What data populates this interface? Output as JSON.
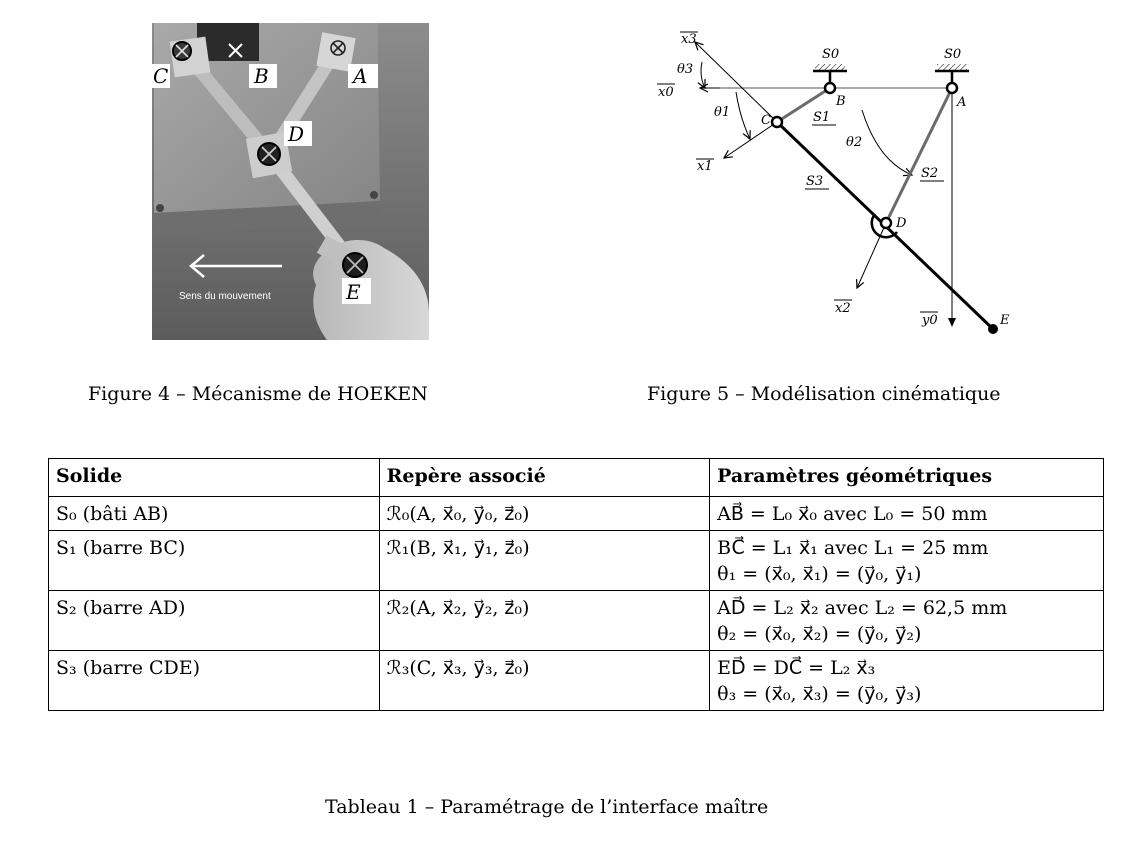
{
  "figure4": {
    "caption": "Figure 4 – Mécanisme de HOEKEN",
    "labels": {
      "C": "C",
      "B": "B",
      "A": "A",
      "D": "D",
      "E": "E"
    },
    "arrow_text": "Sens du mouvement"
  },
  "figure5": {
    "caption": "Figure 5 – Modélisation cinématique",
    "labels": {
      "x3": "x3",
      "theta3": "θ3",
      "x0": "x0",
      "theta1": "θ1",
      "x1": "x1",
      "S0_left": "S0",
      "S0_right": "S0",
      "B": "B",
      "A": "A",
      "C": "C",
      "S1": "S1",
      "theta2": "θ2",
      "S2": "S2",
      "S3": "S3",
      "D": "D",
      "x2": "x2",
      "y0": "y0",
      "E": "E"
    }
  },
  "table": {
    "caption": "Tableau 1 – Paramétrage de l’interface maître",
    "headers": [
      "Solide",
      "Repère associé",
      "Paramètres géométriques"
    ],
    "rows": [
      {
        "solide": "S₀ (bâti AB)",
        "repere": "ℛ₀(A, x⃗₀, y⃗₀, z⃗₀)",
        "params": [
          "AB⃗ = L₀ x⃗₀ avec L₀ = 50 mm"
        ]
      },
      {
        "solide": "S₁ (barre BC)",
        "repere": "ℛ₁(B, x⃗₁, y⃗₁, z⃗₀)",
        "params": [
          "BC⃗ = L₁ x⃗₁ avec L₁ = 25 mm",
          "θ₁ = (x⃗₀, x⃗₁) = (y⃗₀, y⃗₁)"
        ]
      },
      {
        "solide": "S₂ (barre AD)",
        "repere": "ℛ₂(A, x⃗₂, y⃗₂, z⃗₀)",
        "params": [
          "AD⃗ = L₂ x⃗₂ avec L₂ = 62,5 mm",
          "θ₂ = (x⃗₀, x⃗₂) = (y⃗₀, y⃗₂)"
        ]
      },
      {
        "solide": "S₃ (barre CDE)",
        "repere": "ℛ₃(C, x⃗₃, y⃗₃, z⃗₀)",
        "params": [
          "ED⃗ = DC⃗ = L₂ x⃗₃",
          "θ₃ = (x⃗₀, x⃗₃) = (y⃗₀, y⃗₃)"
        ]
      }
    ]
  }
}
